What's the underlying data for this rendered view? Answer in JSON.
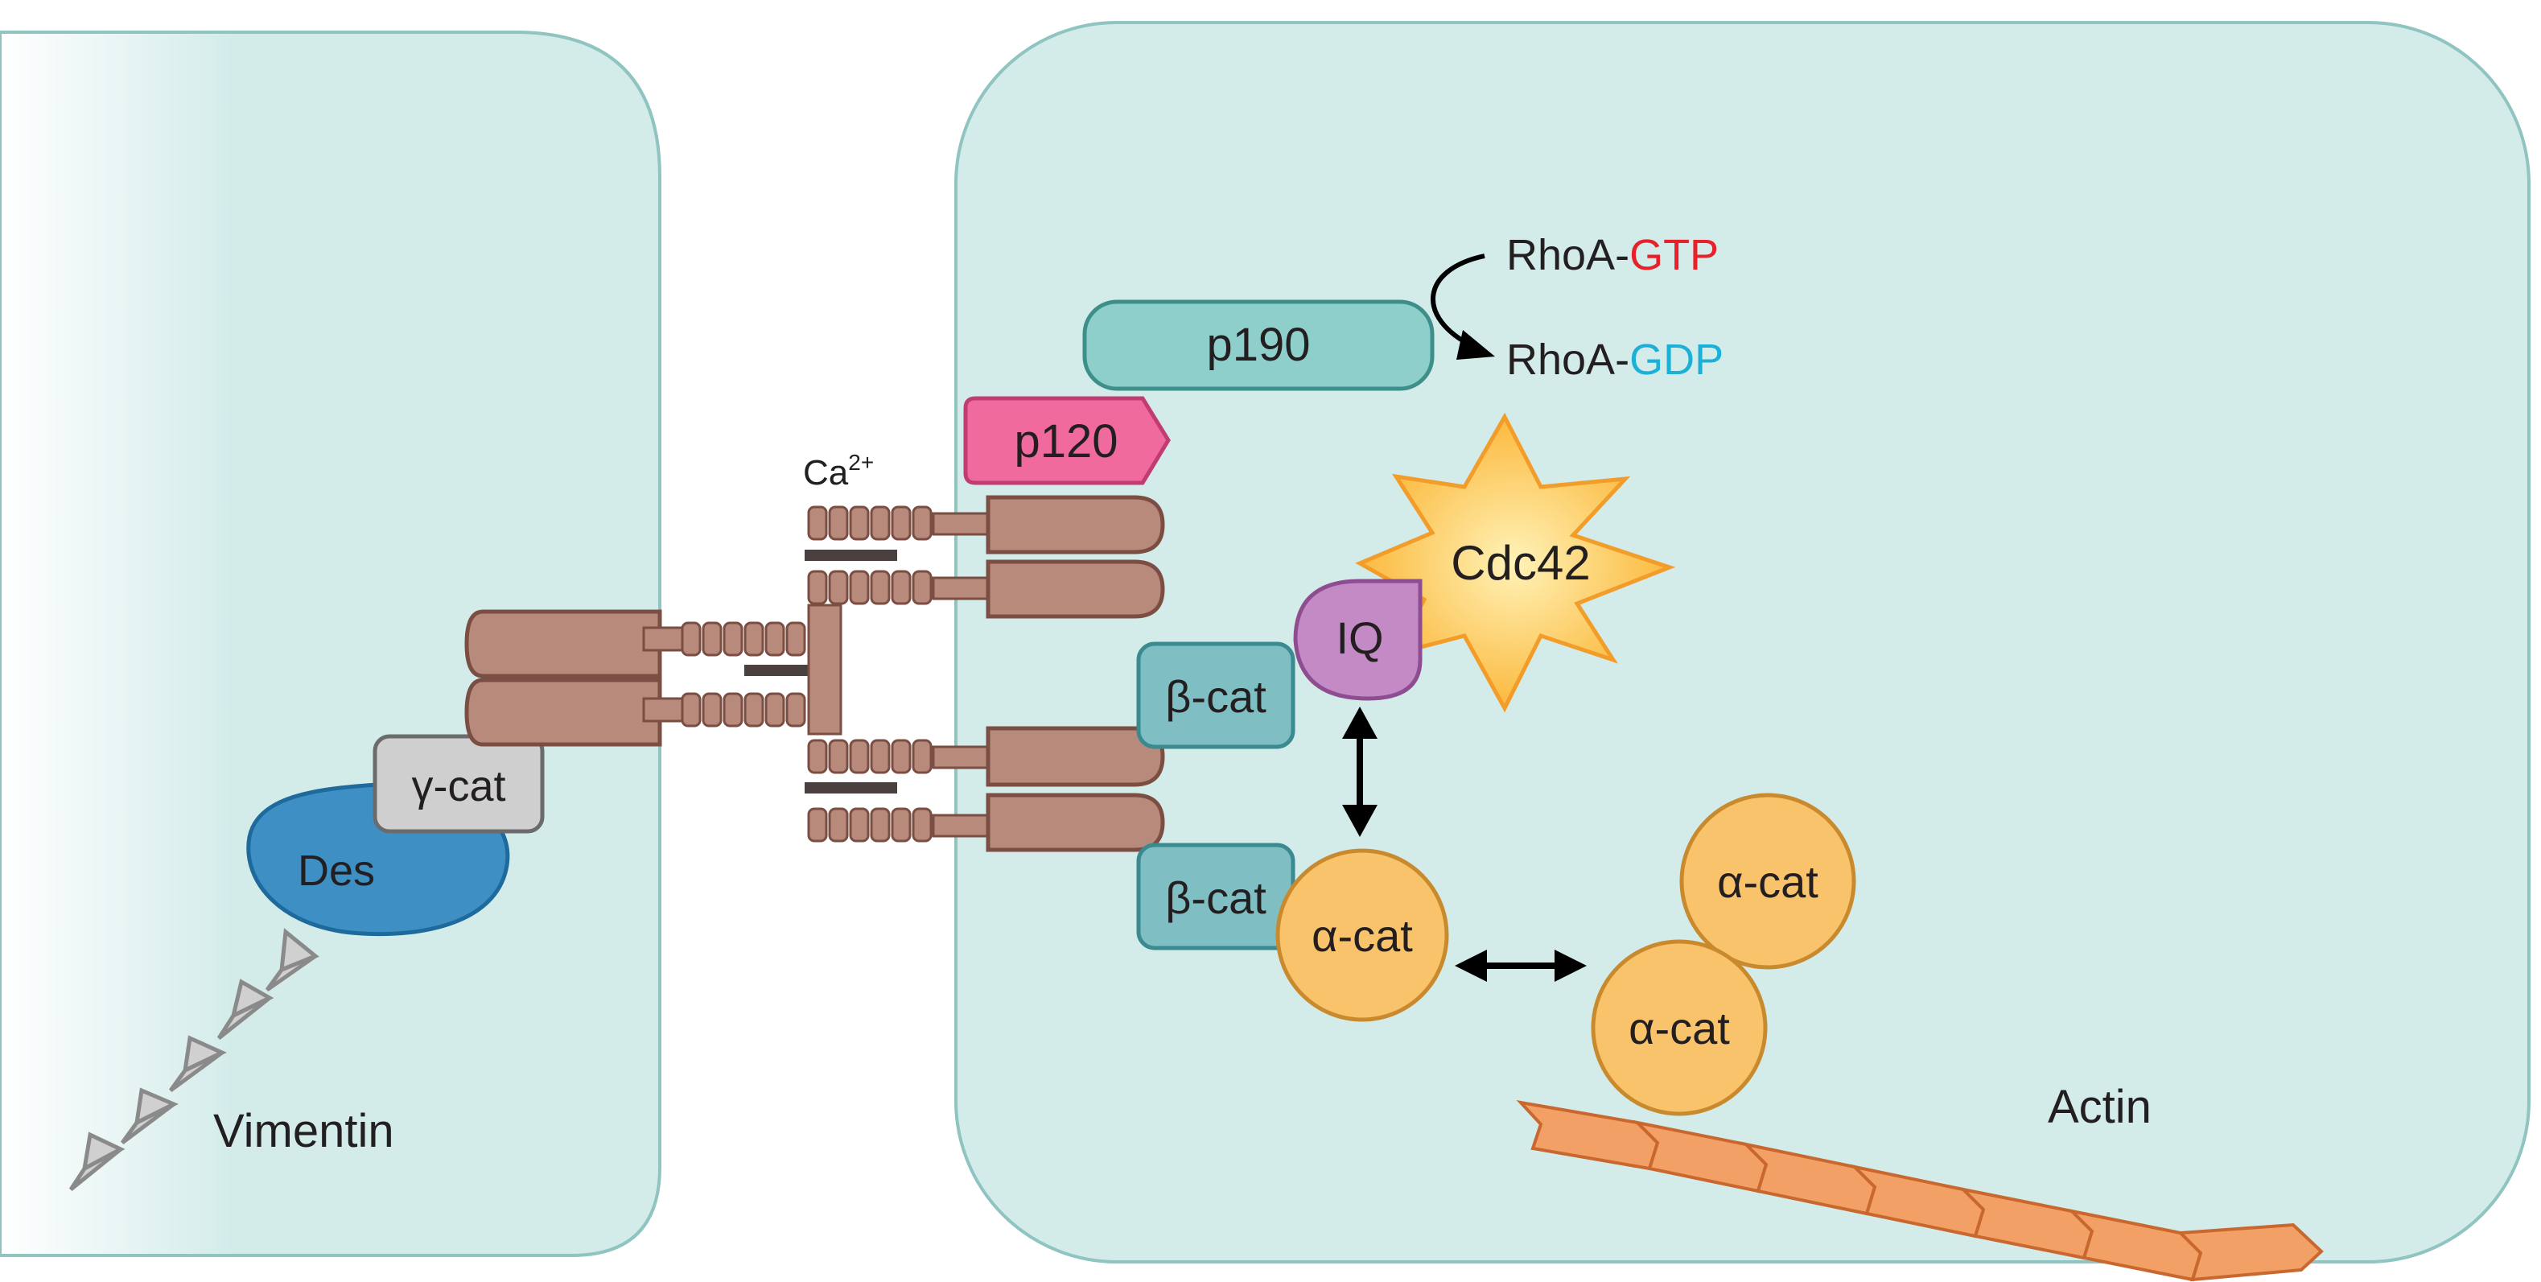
{
  "labels": {
    "ca_base": "Ca",
    "ca_sup": "2+",
    "p190": "p190",
    "rhoa_prefix": "RhoA-",
    "gtp": "GTP",
    "gdp": "GDP",
    "p120": "p120",
    "cdc42": "Cdc42",
    "iq": "IQ",
    "beta_cat_top": "β-cat",
    "beta_cat_bottom": "β-cat",
    "alpha_cat_main": "α-cat",
    "alpha_cat_upper": "α-cat",
    "alpha_cat_lower": "α-cat",
    "actin": "Actin",
    "gamma_cat": "γ-cat",
    "des": "Des",
    "vimentin": "Vimentin"
  },
  "colors": {
    "cell_fill": "#d3ecea",
    "cell_stroke": "#8fc4c1",
    "cadherin": "#b88a7c",
    "cadherin_stroke": "#7a4e42",
    "p190": "#8fcfcb",
    "p120": "#f06a9e",
    "beta_cat": "#7fbfc3",
    "iq": "#c48ac6",
    "alpha_cat": "#f9c36b",
    "cdc42": "#fcd36a",
    "actin": "#f3a067",
    "des": "#3e8fc4",
    "gamma_cat": "#cfcfcf",
    "gtp_text": "#e8202a",
    "gdp_text": "#1cb0d8",
    "vimentin": "#d0d0d0"
  }
}
